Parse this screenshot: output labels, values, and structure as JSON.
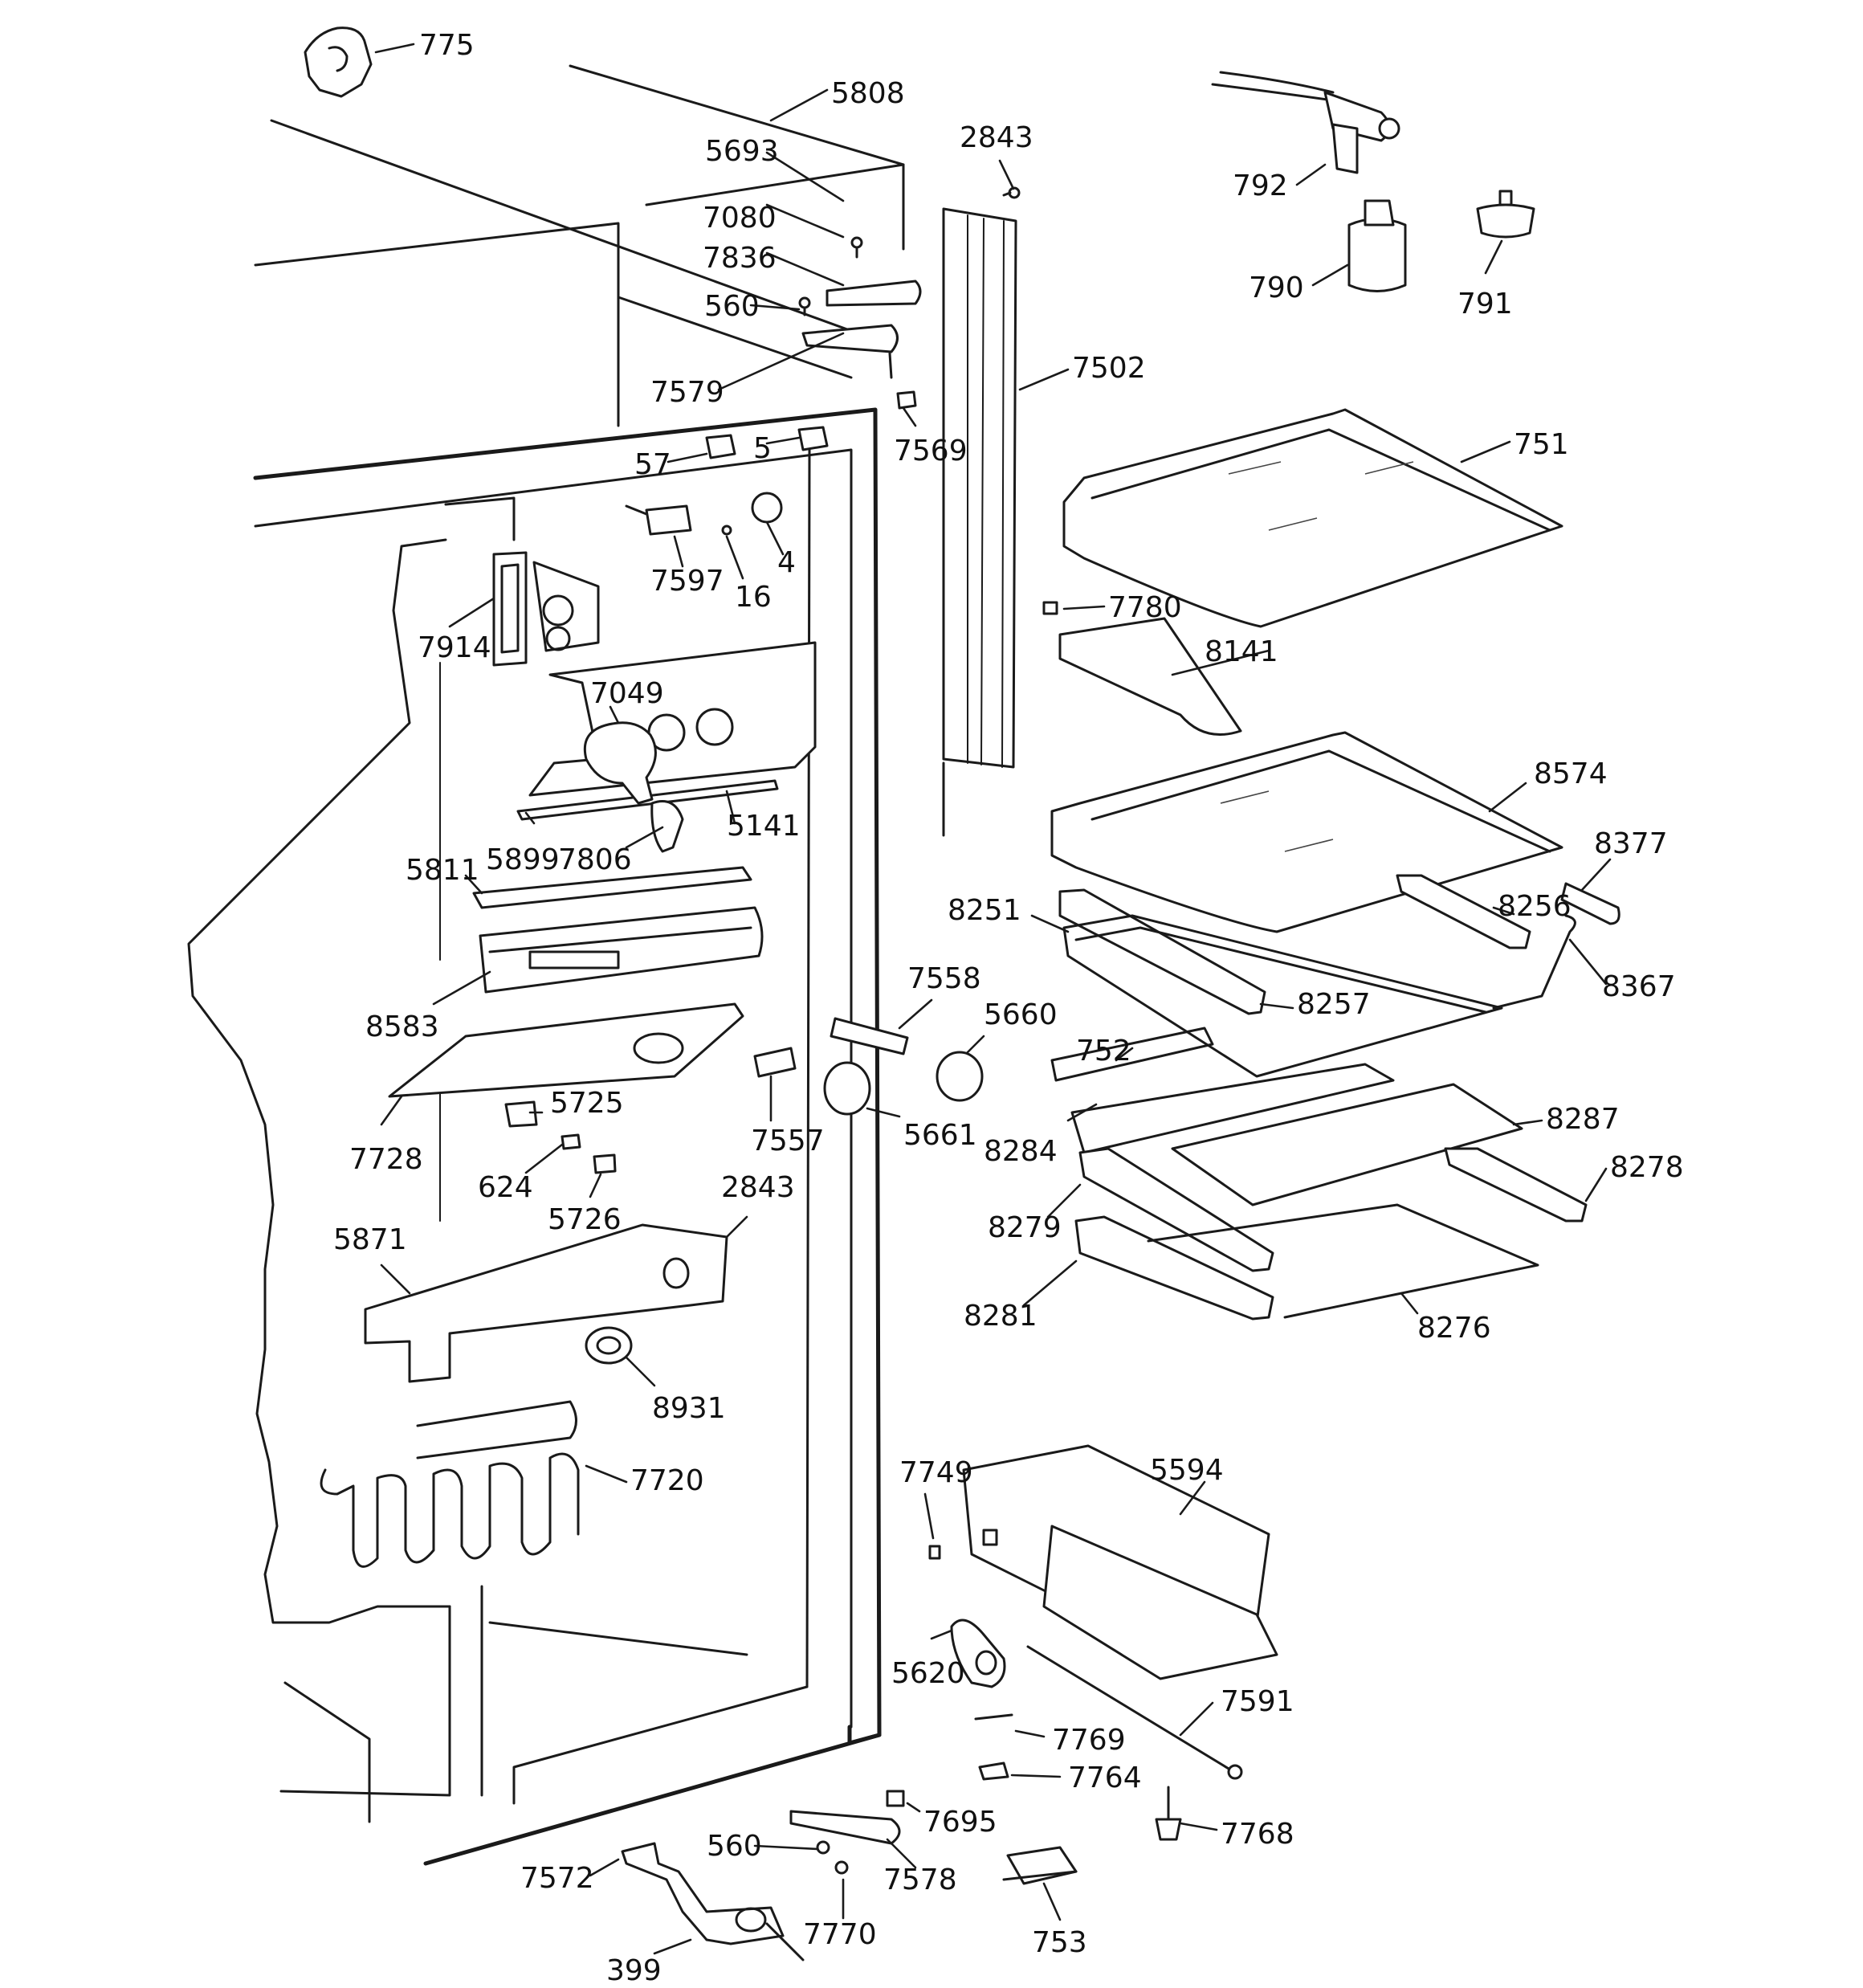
{
  "callouts": [
    {
      "id": "775",
      "text": "775"
    },
    {
      "id": "5808",
      "text": "5808"
    },
    {
      "id": "5693",
      "text": "5693"
    },
    {
      "id": "7080",
      "text": "7080"
    },
    {
      "id": "7836",
      "text": "7836"
    },
    {
      "id": "560a",
      "text": "560"
    },
    {
      "id": "7579",
      "text": "7579"
    },
    {
      "id": "2843a",
      "text": "2843"
    },
    {
      "id": "7502",
      "text": "7502"
    },
    {
      "id": "7569",
      "text": "7569"
    },
    {
      "id": "57",
      "text": "57"
    },
    {
      "id": "5",
      "text": "5"
    },
    {
      "id": "7597",
      "text": "7597"
    },
    {
      "id": "16",
      "text": "16"
    },
    {
      "id": "4",
      "text": "4"
    },
    {
      "id": "7914",
      "text": "7914"
    },
    {
      "id": "7049",
      "text": "7049"
    },
    {
      "id": "5899",
      "text": "5899"
    },
    {
      "id": "7806",
      "text": "7806"
    },
    {
      "id": "5141",
      "text": "5141"
    },
    {
      "id": "5811",
      "text": "5811"
    },
    {
      "id": "8583",
      "text": "8583"
    },
    {
      "id": "7728",
      "text": "7728"
    },
    {
      "id": "5725",
      "text": "5725"
    },
    {
      "id": "624",
      "text": "624"
    },
    {
      "id": "5726",
      "text": "5726"
    },
    {
      "id": "7557",
      "text": "7557"
    },
    {
      "id": "7558",
      "text": "7558"
    },
    {
      "id": "5660",
      "text": "5660"
    },
    {
      "id": "5661",
      "text": "5661"
    },
    {
      "id": "2843b",
      "text": "2843"
    },
    {
      "id": "5871",
      "text": "5871"
    },
    {
      "id": "8931",
      "text": "8931"
    },
    {
      "id": "7720",
      "text": "7720"
    },
    {
      "id": "792",
      "text": "792"
    },
    {
      "id": "790",
      "text": "790"
    },
    {
      "id": "791",
      "text": "791"
    },
    {
      "id": "751",
      "text": "751"
    },
    {
      "id": "7780",
      "text": "7780"
    },
    {
      "id": "8141",
      "text": "8141"
    },
    {
      "id": "8574",
      "text": "8574"
    },
    {
      "id": "8377",
      "text": "8377"
    },
    {
      "id": "8251",
      "text": "8251"
    },
    {
      "id": "8256",
      "text": "8256"
    },
    {
      "id": "8367",
      "text": "8367"
    },
    {
      "id": "8257",
      "text": "8257"
    },
    {
      "id": "752",
      "text": "752"
    },
    {
      "id": "8284",
      "text": "8284"
    },
    {
      "id": "8287",
      "text": "8287"
    },
    {
      "id": "8278",
      "text": "8278"
    },
    {
      "id": "8279",
      "text": "8279"
    },
    {
      "id": "8281",
      "text": "8281"
    },
    {
      "id": "8276",
      "text": "8276"
    },
    {
      "id": "7749",
      "text": "7749"
    },
    {
      "id": "5594",
      "text": "5594"
    },
    {
      "id": "5620",
      "text": "5620"
    },
    {
      "id": "7591",
      "text": "7591"
    },
    {
      "id": "7769",
      "text": "7769"
    },
    {
      "id": "7764",
      "text": "7764"
    },
    {
      "id": "7768",
      "text": "7768"
    },
    {
      "id": "7695",
      "text": "7695"
    },
    {
      "id": "560b",
      "text": "560"
    },
    {
      "id": "7578",
      "text": "7578"
    },
    {
      "id": "7572",
      "text": "7572"
    },
    {
      "id": "7770",
      "text": "7770"
    },
    {
      "id": "753",
      "text": "753"
    },
    {
      "id": "399",
      "text": "399"
    }
  ]
}
